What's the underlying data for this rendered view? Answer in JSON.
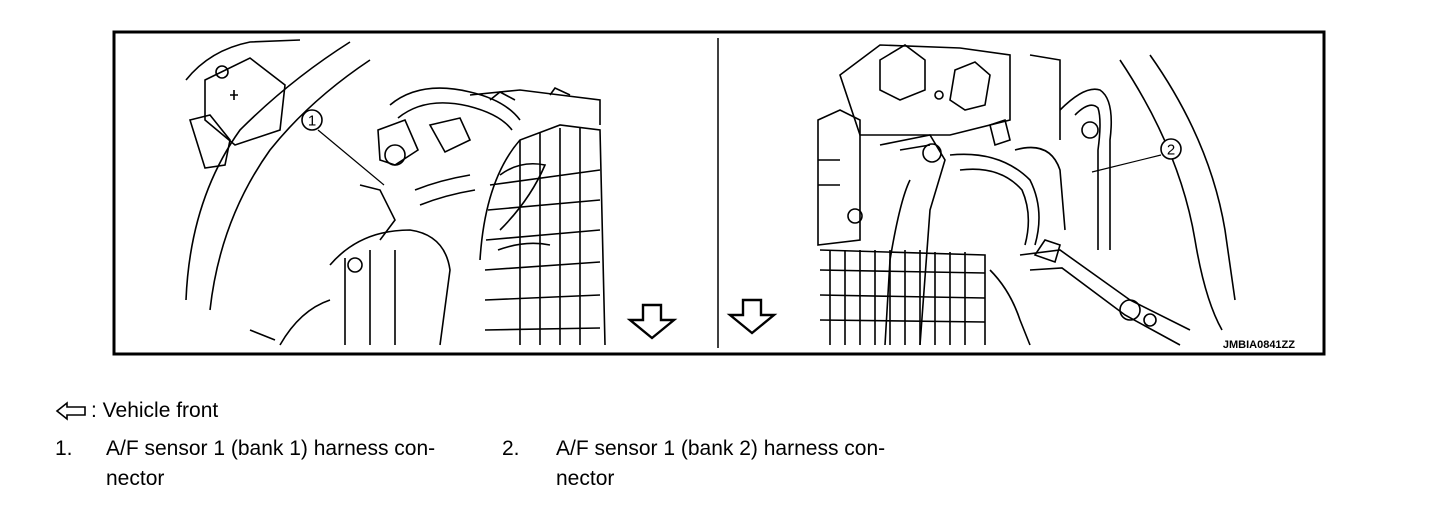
{
  "figure": {
    "image_code": "JMBIA0841ZZ",
    "callouts": [
      "1",
      "2"
    ]
  },
  "legend": {
    "arrow_icon": "hollow-arrow-left-icon",
    "note": ": Vehicle front",
    "items": [
      {
        "number": "1.",
        "line1": "A/F sensor 1 (bank 1) harness con-",
        "line2": "nector"
      },
      {
        "number": "2.",
        "line1": "A/F sensor 1 (bank 2) harness con-",
        "line2": "nector"
      }
    ]
  }
}
